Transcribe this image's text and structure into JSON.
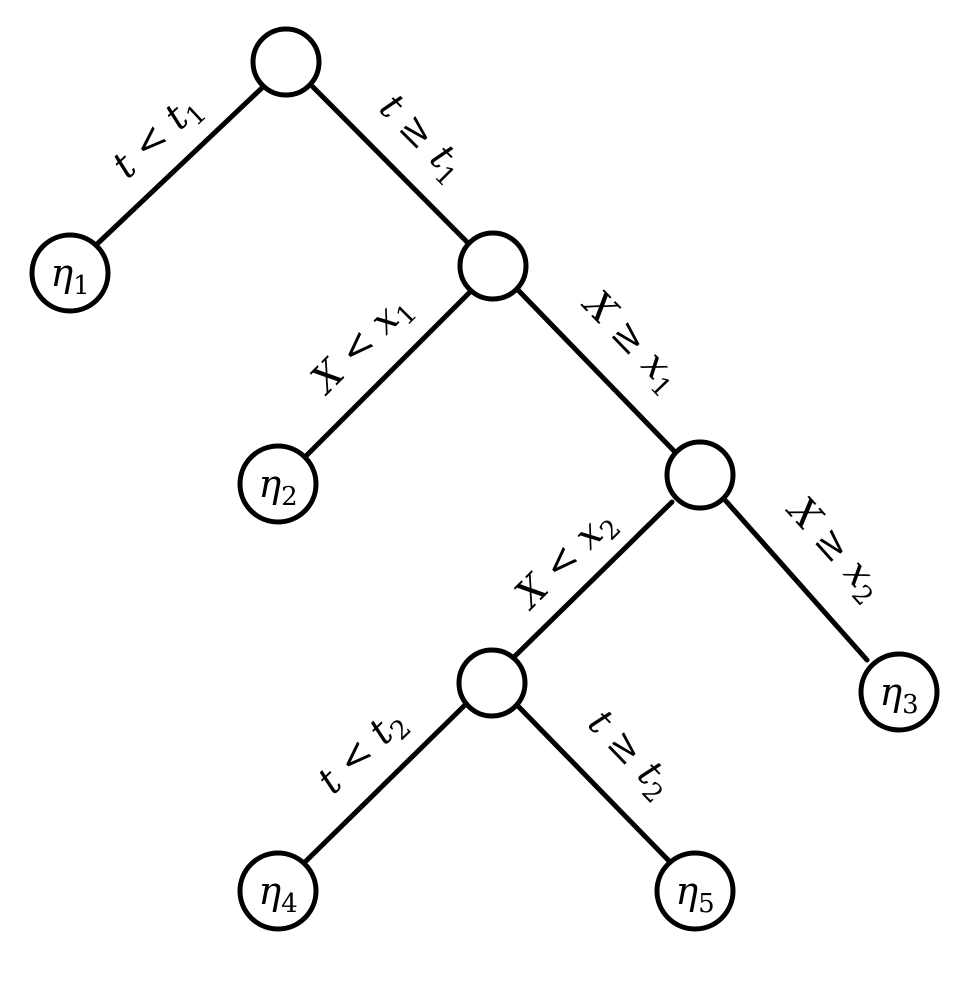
{
  "diagram": {
    "edges": [
      {
        "id": "root-left",
        "main": "t < t",
        "sub": "1"
      },
      {
        "id": "root-right",
        "main": "t ≥ t",
        "sub": "1"
      },
      {
        "id": "n2-left",
        "main": "X < x",
        "sub": "1"
      },
      {
        "id": "n2-right",
        "main": "X ≥ x",
        "sub": "1"
      },
      {
        "id": "n3-left",
        "main": "X < x",
        "sub": "2"
      },
      {
        "id": "n3-right",
        "main": "X ≥ x",
        "sub": "2"
      },
      {
        "id": "n4-left",
        "main": "t < t",
        "sub": "2"
      },
      {
        "id": "n4-right",
        "main": "t ≥ t",
        "sub": "2"
      }
    ],
    "leaves": [
      {
        "id": "eta1",
        "main": "η",
        "sub": "1"
      },
      {
        "id": "eta2",
        "main": "η",
        "sub": "2"
      },
      {
        "id": "eta3",
        "main": "η",
        "sub": "3"
      },
      {
        "id": "eta4",
        "main": "η",
        "sub": "4"
      },
      {
        "id": "eta5",
        "main": "η",
        "sub": "5"
      }
    ]
  }
}
